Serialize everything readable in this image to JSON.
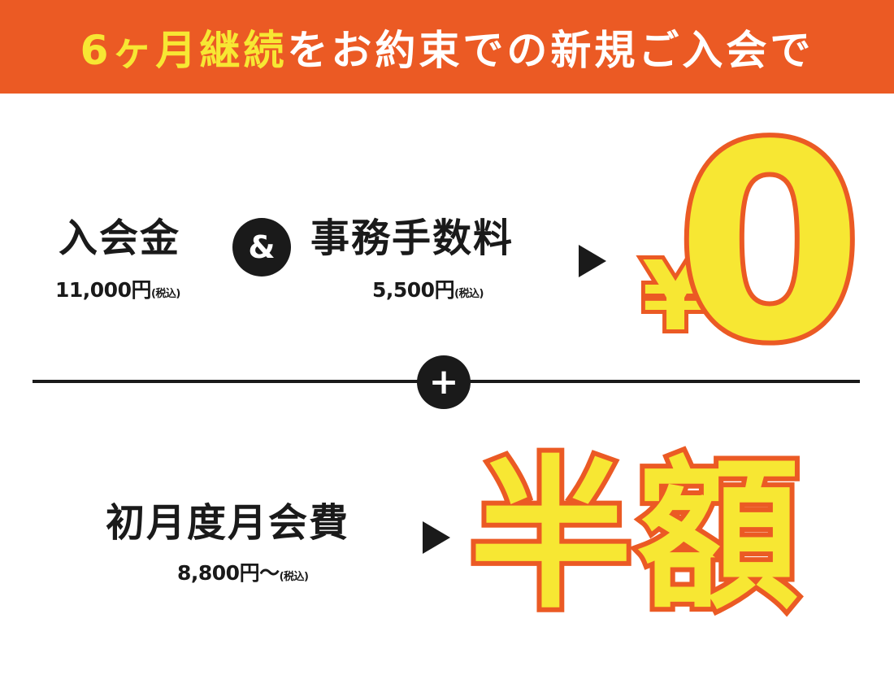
{
  "banner": {
    "highlight": "6ヶ月継続",
    "rest": "をお約束での新規ご入会で"
  },
  "fees": {
    "entry_fee_label": "入会金",
    "entry_fee_price": "11,000円",
    "tax_note": "(税込)",
    "amp": "&",
    "admin_fee_label": "事務手数料",
    "admin_fee_price": "5,500円",
    "yen_symbol": "¥",
    "zero": "0"
  },
  "plus": "+",
  "monthly": {
    "label": "初月度月会費",
    "price": "8,800円〜",
    "result": "半額"
  },
  "colors": {
    "orange": "#eb5a24",
    "yellow": "#f7e733",
    "black": "#1a1a1a"
  }
}
